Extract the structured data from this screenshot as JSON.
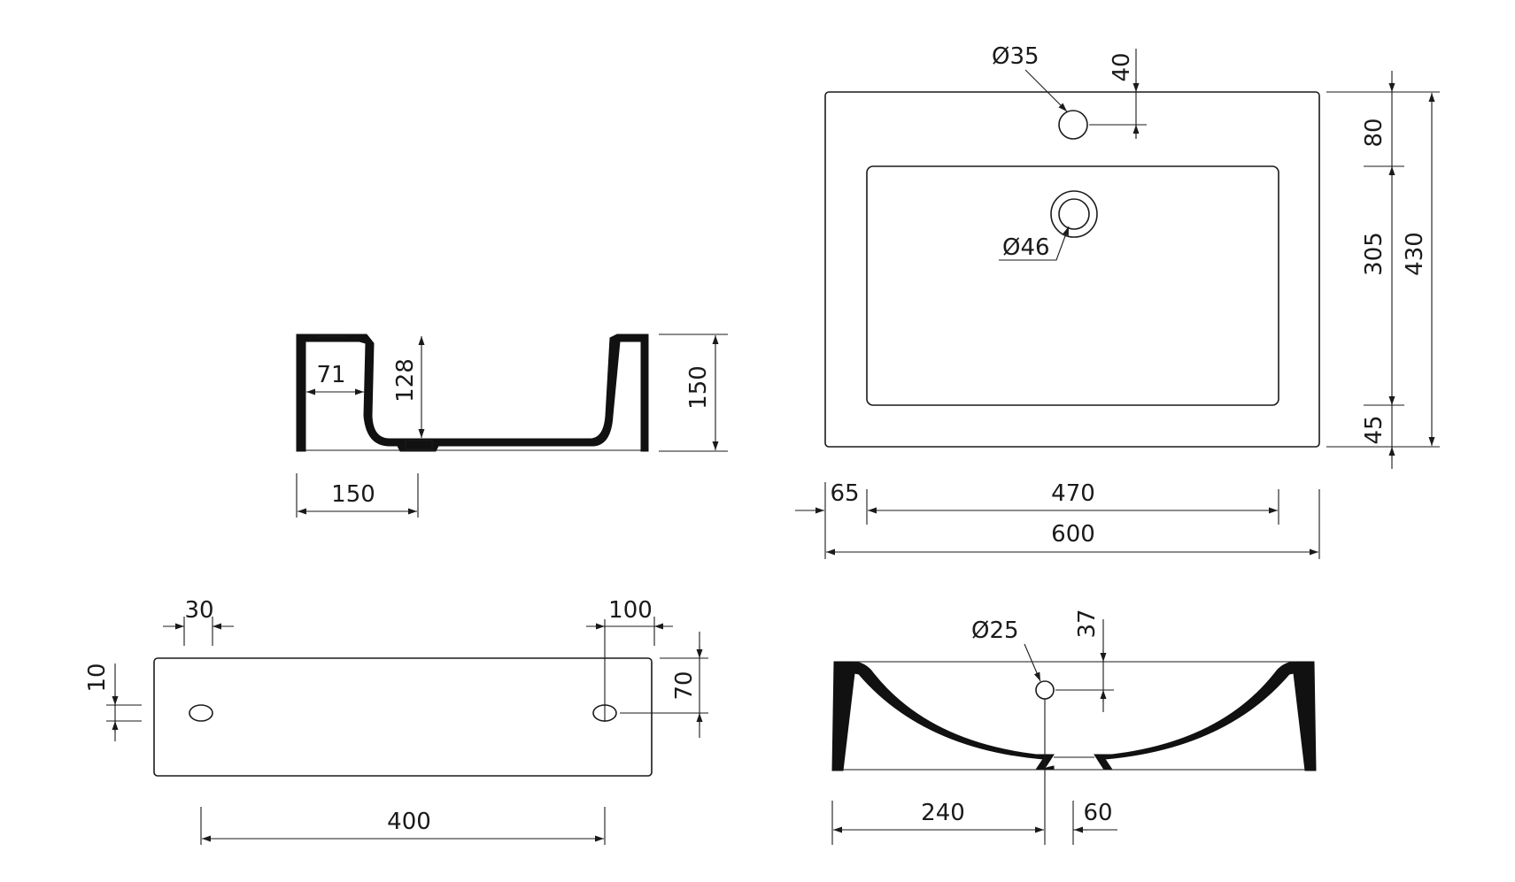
{
  "colors": {
    "line": "#1a1a1a",
    "section_fill": "#111111",
    "background": "#ffffff"
  },
  "side_section": {
    "overall_height": "150",
    "bowl_depth": "128",
    "wall_offset": "71",
    "base_width": "150"
  },
  "top_view": {
    "tap_hole_diameter": "Ø35",
    "tap_hole_offset": "40",
    "drain_diameter": "Ø46",
    "rear_deck": "80",
    "bowl_length": "305",
    "front_rim": "45",
    "overall_depth": "430",
    "rim_offset": "65",
    "bowl_width": "470",
    "overall_width": "600"
  },
  "rear_view": {
    "hole_spacing_30": "30",
    "hole_spacing_100": "100",
    "hole_height_10": "10",
    "hole_height_70": "70",
    "mounting_width": "400"
  },
  "front_section": {
    "overflow_diameter": "Ø25",
    "overflow_offset": "37",
    "drain_center_offset": "240",
    "drain_width": "60"
  }
}
